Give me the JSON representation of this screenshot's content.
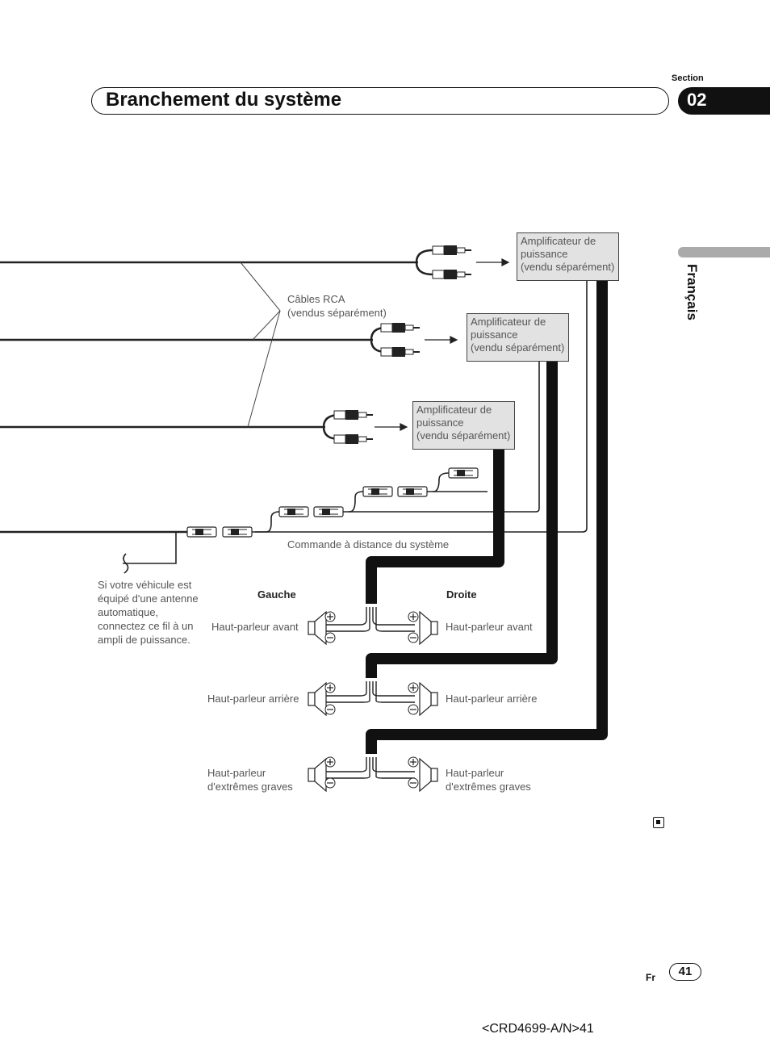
{
  "header": {
    "title": "Branchement du système",
    "section_label": "Section",
    "section_number": "02"
  },
  "sidebar": {
    "language": "Français"
  },
  "diagram": {
    "rca_label_line1": "Câbles RCA",
    "rca_label_line2": "(vendus séparément)",
    "amplifiers": [
      {
        "line1": "Amplificateur de",
        "line2": "puissance",
        "line3": "(vendu séparément)"
      },
      {
        "line1": "Amplificateur de",
        "line2": "puissance",
        "line3": "(vendu séparément)"
      },
      {
        "line1": "Amplificateur de",
        "line2": "puissance",
        "line3": "(vendu séparément)"
      }
    ],
    "remote_label": "Commande à distance du système",
    "note": "Si votre véhicule est équipé d'une antenne automatique, connectez ce fil à un ampli de puissance.",
    "left_heading": "Gauche",
    "right_heading": "Droite",
    "speakers": {
      "front_left": "Haut-parleur avant",
      "front_right": "Haut-parleur avant",
      "rear_left": "Haut-parleur arrière",
      "rear_right": "Haut-parleur arrière",
      "sub_left_line1": "Haut-parleur",
      "sub_left_line2": "d'extrêmes graves",
      "sub_right_line1": "Haut-parleur",
      "sub_right_line2": "d'extrêmes graves"
    }
  },
  "footer": {
    "lang_code": "Fr",
    "page_number": "41",
    "doc_code": "<CRD4699-A/N>41"
  }
}
